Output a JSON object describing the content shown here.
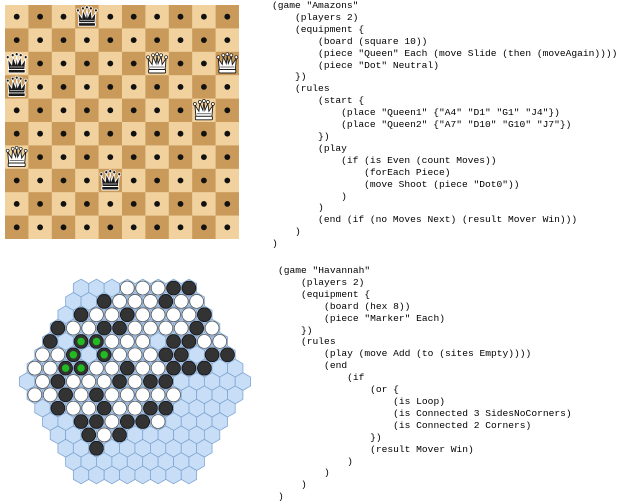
{
  "amazons": {
    "board": {
      "size": 10,
      "light_color": "#f1d29f",
      "dark_color": "#c99a5a",
      "dot_color": "#111111",
      "black_queens": [
        [
          0,
          3
        ],
        [
          2,
          0
        ],
        [
          3,
          0
        ],
        [
          7,
          4
        ]
      ],
      "white_queens": [
        [
          2,
          6
        ],
        [
          2,
          9
        ],
        [
          4,
          8
        ],
        [
          6,
          0
        ]
      ]
    },
    "code_lines": [
      "(game \"Amazons\"",
      "    (players 2)",
      "    (equipment {",
      "        (board (square 10))",
      "        (piece \"Queen\" Each (move Slide (then (moveAgain))))",
      "        (piece \"Dot\" Neutral)",
      "    })",
      "    (rules",
      "        (start {",
      "            (place \"Queen1\" {\"A4\" \"D1\" \"G1\" \"J4\"})",
      "            (place \"Queen2\" {\"A7\" \"D10\" \"G10\" \"J7\"})",
      "        })",
      "        (play",
      "            (if (is Even (count Moves))",
      "                (forEach Piece)",
      "                (move Shoot (piece \"Dot0\"))",
      "            )",
      "        )",
      "        (end (if (no Moves Next) (result Mover Win)))",
      "    )",
      ")"
    ]
  },
  "havannah": {
    "board": {
      "cell_fill": "#c8def7",
      "cell_stroke": "#7fa6d3",
      "black_stone": "#333333",
      "white_stone": "#ffffff",
      "marker_color": "#22bb22",
      "rows": [
        "...WWWBBB.",
        "..BWWWBWWB...",
        ".BWWBWWWWBBWW..",
        "BWWBBWWWWBWWWBB..",
        "B.GGWWW.BBWWWBB",
        "WWG.GWWWBB.BBB",
        "WWGGWWBWWBBB",
        ".WBWWWBWBB.",
        "WWBWBWWWWW",
        ".BWWBWWBB",
        "..BBWBBW",
        "..BWB..",
        "..B..",
        "..."
      ],
      "row_centers": [
        [
          [
            0.1,
            0.0
          ]
        ],
        [
          [
            0.0,
            0.5
          ]
        ]
      ]
    },
    "code_lines": [
      "(game \"Havannah\"",
      "    (players 2)",
      "    (equipment {",
      "        (board (hex 8))",
      "        (piece \"Marker\" Each)",
      "    })",
      "    (rules",
      "        (play (move Add (to (sites Empty))))",
      "        (end",
      "            (if",
      "                (or {",
      "                    (is Loop)",
      "                    (is Connected 3 SidesNoCorners)",
      "                    (is Connected 2 Corners)",
      "                })",
      "                (result Mover Win)",
      "            )",
      "        )",
      "    )",
      ")"
    ]
  }
}
